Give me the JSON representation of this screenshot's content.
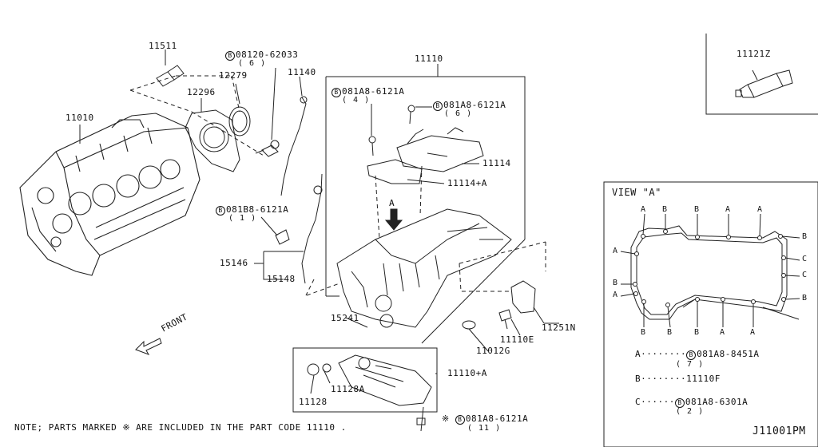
{
  "title_view": "VIEW \"A\"",
  "arrow_label": "A",
  "front_label": "FRONT",
  "note": "NOTE; PARTS MARKED ※ ARE INCLUDED IN THE PART CODE 11110 .",
  "diagram_code": "J11001PM",
  "parts": {
    "p11511": "11511",
    "p12279": "12279",
    "p12296": "12296",
    "p11010": "11010",
    "p11140": "11140",
    "p11110": "11110",
    "bolt_a": "08120-62033",
    "bolt_a_qty": "( 6 )",
    "bolt_b": "081A8-6121A",
    "bolt_b_qty": "( 4 )",
    "bolt_c": "081A8-6121A",
    "bolt_c_qty": "( 6 )",
    "p11114": "11114",
    "p11114a": "11114+A",
    "bolt_d": "081B8-6121A",
    "bolt_d_qty": "( 1 )",
    "p15146": "15146",
    "p15148": "15148",
    "p15241": "15241",
    "p11012g": "11012G",
    "p11110e": "11110E",
    "p11251n": "11251N",
    "p11110a": "11110+A",
    "p11128a": "11128A",
    "p11128": "11128",
    "bolt_e": "081A8-6121A",
    "bolt_e_qty": "( 11 )",
    "p11121z": "11121Z"
  },
  "circle_b": "B",
  "asterisk": "※",
  "legend": [
    {
      "key": "A",
      "dots": "········",
      "circle": "B",
      "part": "081A8-8451A",
      "qty": "( 7 )"
    },
    {
      "key": "B",
      "dots": "········",
      "circle": "",
      "part": "11110F",
      "qty": ""
    },
    {
      "key": "C",
      "dots": "······",
      "circle": "B",
      "part": "081A8-6301A",
      "qty": "( 2 )"
    }
  ],
  "view_points": {
    "top": [
      "A",
      "B",
      "B",
      "A",
      "A"
    ],
    "right": [
      "B",
      "C",
      "C",
      "B"
    ],
    "left": [
      "A",
      "B",
      "A"
    ],
    "bottom": [
      "B",
      "B",
      "B",
      "A",
      "A"
    ]
  }
}
